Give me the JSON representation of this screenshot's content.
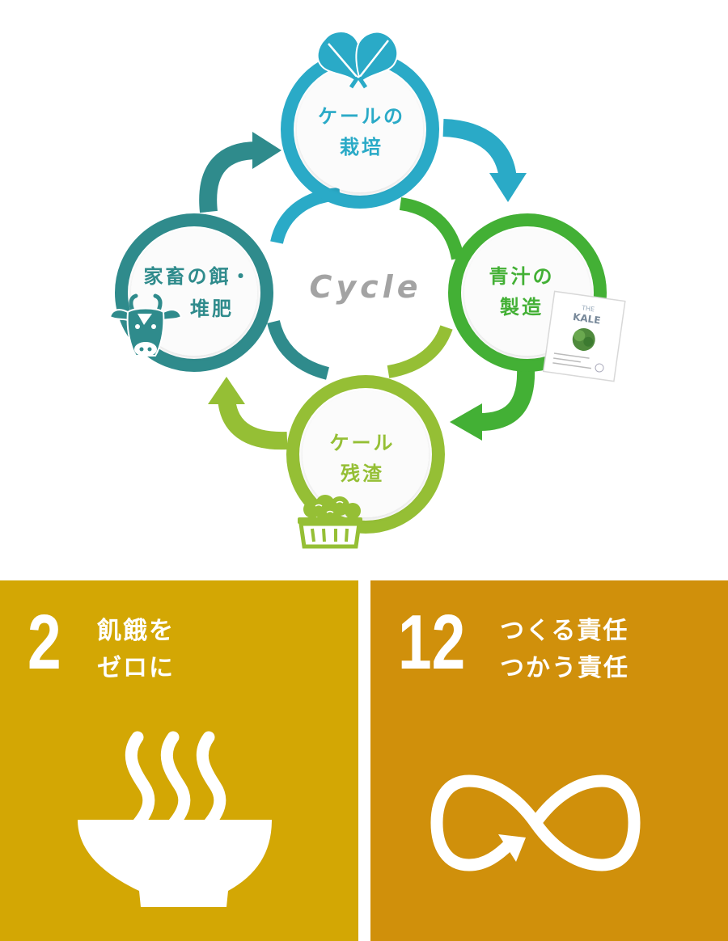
{
  "cycle": {
    "center": "Cycle",
    "nodes": [
      {
        "id": "kale",
        "line1": "ケールの",
        "line2": "栽培",
        "color": "#2aaac7",
        "icon": "kale-leaves-icon"
      },
      {
        "id": "aojiru",
        "line1": "青汁の",
        "line2": "製造",
        "color": "#43b035",
        "icon": "product-package-icon"
      },
      {
        "id": "residue",
        "line1": "ケール",
        "line2": "残渣",
        "color": "#95bf35",
        "icon": "residue-basket-icon"
      },
      {
        "id": "feed",
        "line1": "家畜の餌・",
        "line2": "堆肥",
        "color": "#2f8b8c",
        "icon": "cow-icon"
      }
    ],
    "package": {
      "line1": "THE",
      "line2": "KALE"
    }
  },
  "sdgs": [
    {
      "number": "2",
      "title_line1": "飢餓を",
      "title_line2": "ゼロに",
      "color": "#d3a704",
      "icon": "soup-bowl-icon"
    },
    {
      "number": "12",
      "title_line1": "つくる責任",
      "title_line2": "つかう責任",
      "color": "#d0900b",
      "icon": "infinity-icon"
    }
  ]
}
